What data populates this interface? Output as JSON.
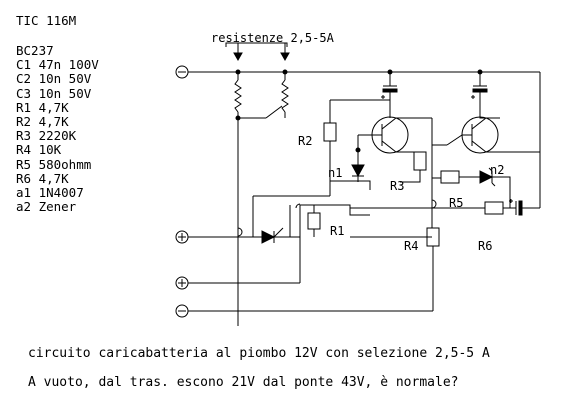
{
  "title": "TIC 116M",
  "components": [
    "BC237",
    "C1 47n 100V",
    "C2 10n 50V",
    "C3 10n 50V",
    "R1 4,7K",
    "R2 4,7K",
    "R3 2220K",
    "R4 10K",
    "R5 580ohmm",
    "R6 4,7K",
    "a1 1N4007",
    "a2 Zener"
  ],
  "labels": {
    "resistors_heading": "resistenze 2,5-5A",
    "r1": "R1",
    "r2": "R2",
    "r3": "R3",
    "r4": "R4",
    "r5": "R5",
    "r6": "R6",
    "n1": "n1",
    "n2": "n2",
    "minus": "-",
    "plus": "+"
  },
  "caption": {
    "line1": "circuito caricabatteria al piombo 12V con selezione 2,5-5 A",
    "line2": "A vuoto, dal tras. escono 21V dal ponte 43V, è normale?"
  }
}
